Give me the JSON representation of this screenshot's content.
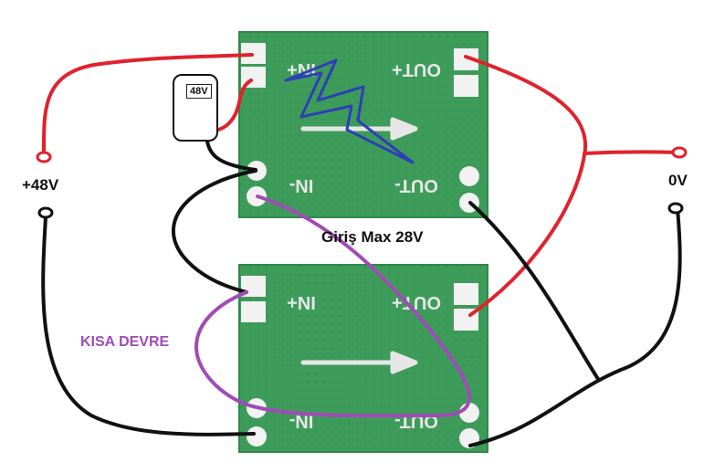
{
  "labels": {
    "plus48v": "+48V",
    "zero_v": "0V",
    "giris": "Giriş Max 28V",
    "kisa_devre": "KISA DEVRE",
    "meter_reading": "48V"
  },
  "boards": {
    "in_plus": "IN+",
    "in_minus": "IN-",
    "out_plus": "OUT+",
    "out_minus": "OUT-"
  },
  "colors": {
    "board": "#3e9c5a",
    "board_edge": "#2f8a4a",
    "pad": "#f2f2f2",
    "red_wire": "#e0222c",
    "black_wire": "#111111",
    "purple_wire": "#a04cb5",
    "blue_bolt": "#2e3fb8"
  }
}
